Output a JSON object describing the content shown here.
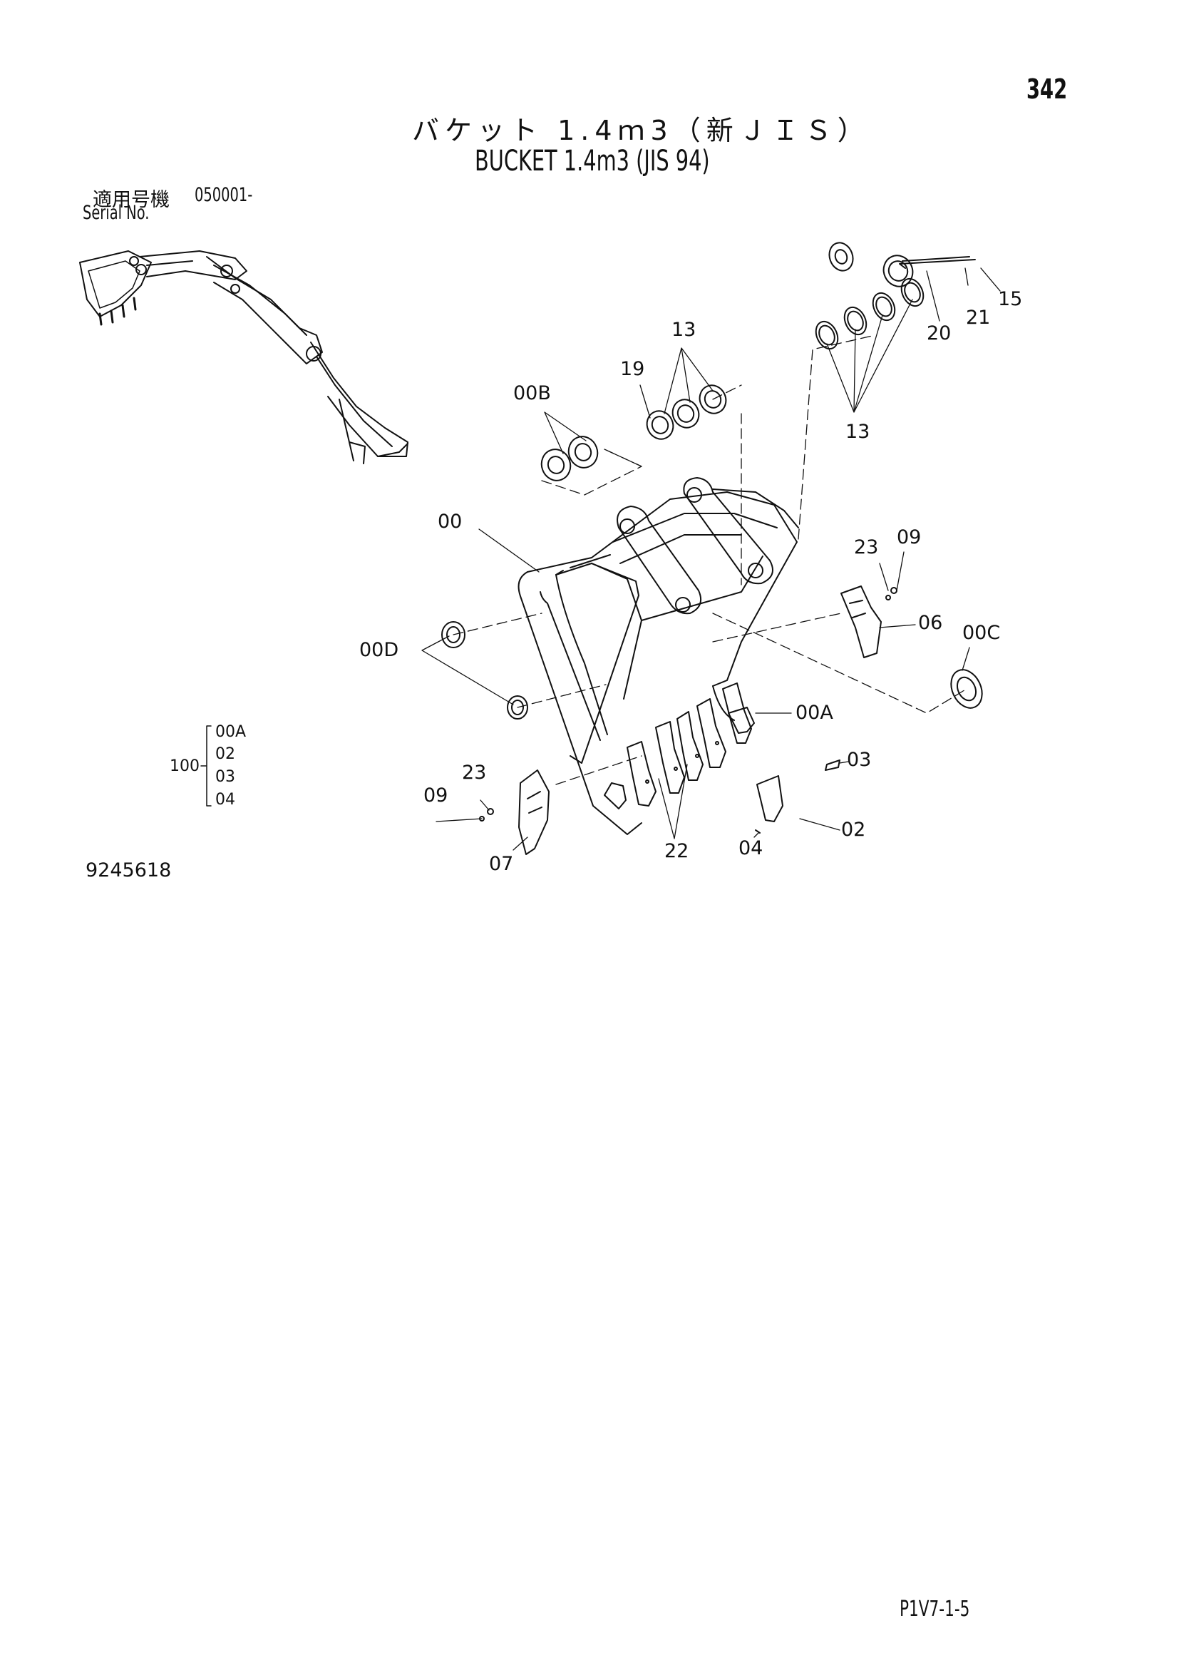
{
  "page_number": "342",
  "title_ja": "バケット 1.4ｍ3（新ＪＩＳ）",
  "title_en": "BUCKET 1.4m3 (JIS 94)",
  "serial_label_ja": "適用号機",
  "serial_from": "050001-",
  "serial_label_en": "Serial No.",
  "drawing_number": "9245618",
  "footer_code": "P1V7-1-5",
  "callouts": {
    "c15": "15",
    "c21": "21",
    "c20": "20",
    "c13_top": "13",
    "c13_right": "13",
    "c19": "19",
    "c00B": "00B",
    "c00": "00",
    "c23_right": "23",
    "c09_right": "09",
    "c06": "06",
    "c00C": "00C",
    "c00D": "00D",
    "c00A": "00A",
    "c03": "03",
    "c02": "02",
    "c04": "04",
    "c22": "22",
    "c23_left": "23",
    "c09_left": "09",
    "c07": "07"
  },
  "kit": {
    "number": "100",
    "items": [
      "00A",
      "02",
      "03",
      "04"
    ]
  }
}
